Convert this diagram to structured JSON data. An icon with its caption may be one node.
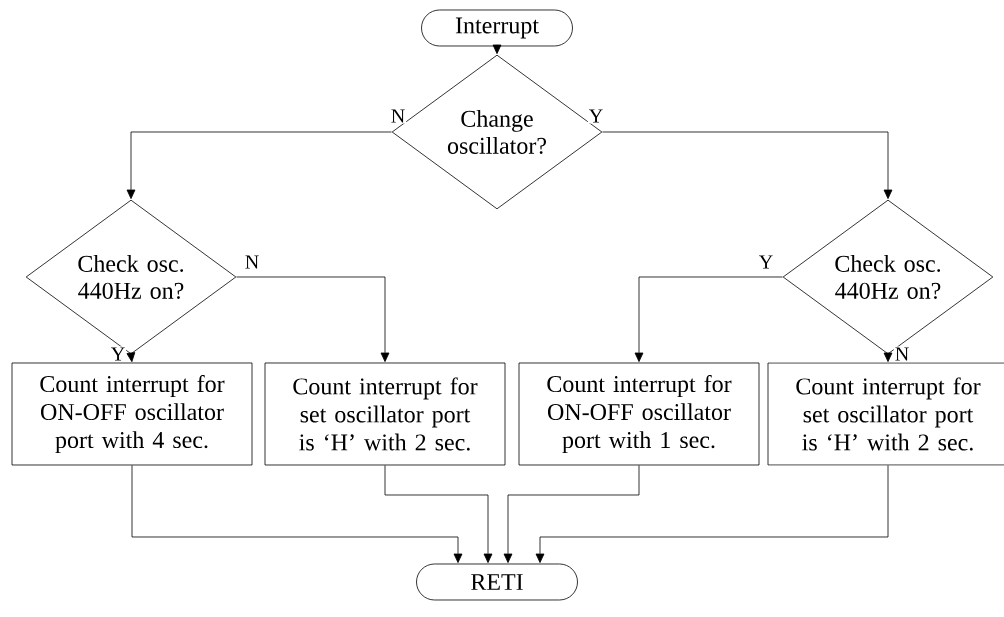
{
  "diagram": {
    "nodes": [
      {
        "text": [
          "Interrupt"
        ]
      },
      {
        "text": [
          "Change oscillator?"
        ]
      },
      {
        "text": [
          "Check osc. 440Hz on?"
        ]
      },
      {
        "text": [
          "Check osc. 440Hz on?"
        ]
      },
      {
        "text": [
          "Count interrupt for ON-OFF oscillator port with 4 sec."
        ]
      },
      {
        "text": [
          "Count interrupt for set oscillator port is ‘H’ with 2 sec."
        ]
      },
      {
        "text": [
          "Count interrupt for ON-OFF oscillator port with 1 sec."
        ]
      },
      {
        "text": [
          "Count interrupt for set oscillator port is ‘H’ with 2 sec."
        ]
      },
      {
        "text": [
          "RETI"
        ]
      }
    ],
    "edges": [
      {
        "from": 0,
        "to": 1,
        "arrow": "to"
      },
      {
        "from": 1,
        "to": 2,
        "arrow": "to",
        "label": "N"
      },
      {
        "from": 1,
        "to": 3,
        "arrow": "to",
        "label": "Y"
      },
      {
        "from": 2,
        "to": 4,
        "arrow": "to",
        "label": "Y"
      },
      {
        "from": 2,
        "to": 5,
        "arrow": "to",
        "label": "N"
      },
      {
        "from": 3,
        "to": 6,
        "arrow": "to",
        "label": "Y"
      },
      {
        "from": 3,
        "to": 7,
        "arrow": "to",
        "label": "N"
      },
      {
        "from": 4,
        "to": 8,
        "arrow": "to"
      },
      {
        "from": 5,
        "to": 8,
        "arrow": "to"
      },
      {
        "from": 6,
        "to": 8,
        "arrow": "to"
      },
      {
        "from": 7,
        "to": 8,
        "arrow": "to"
      }
    ]
  }
}
